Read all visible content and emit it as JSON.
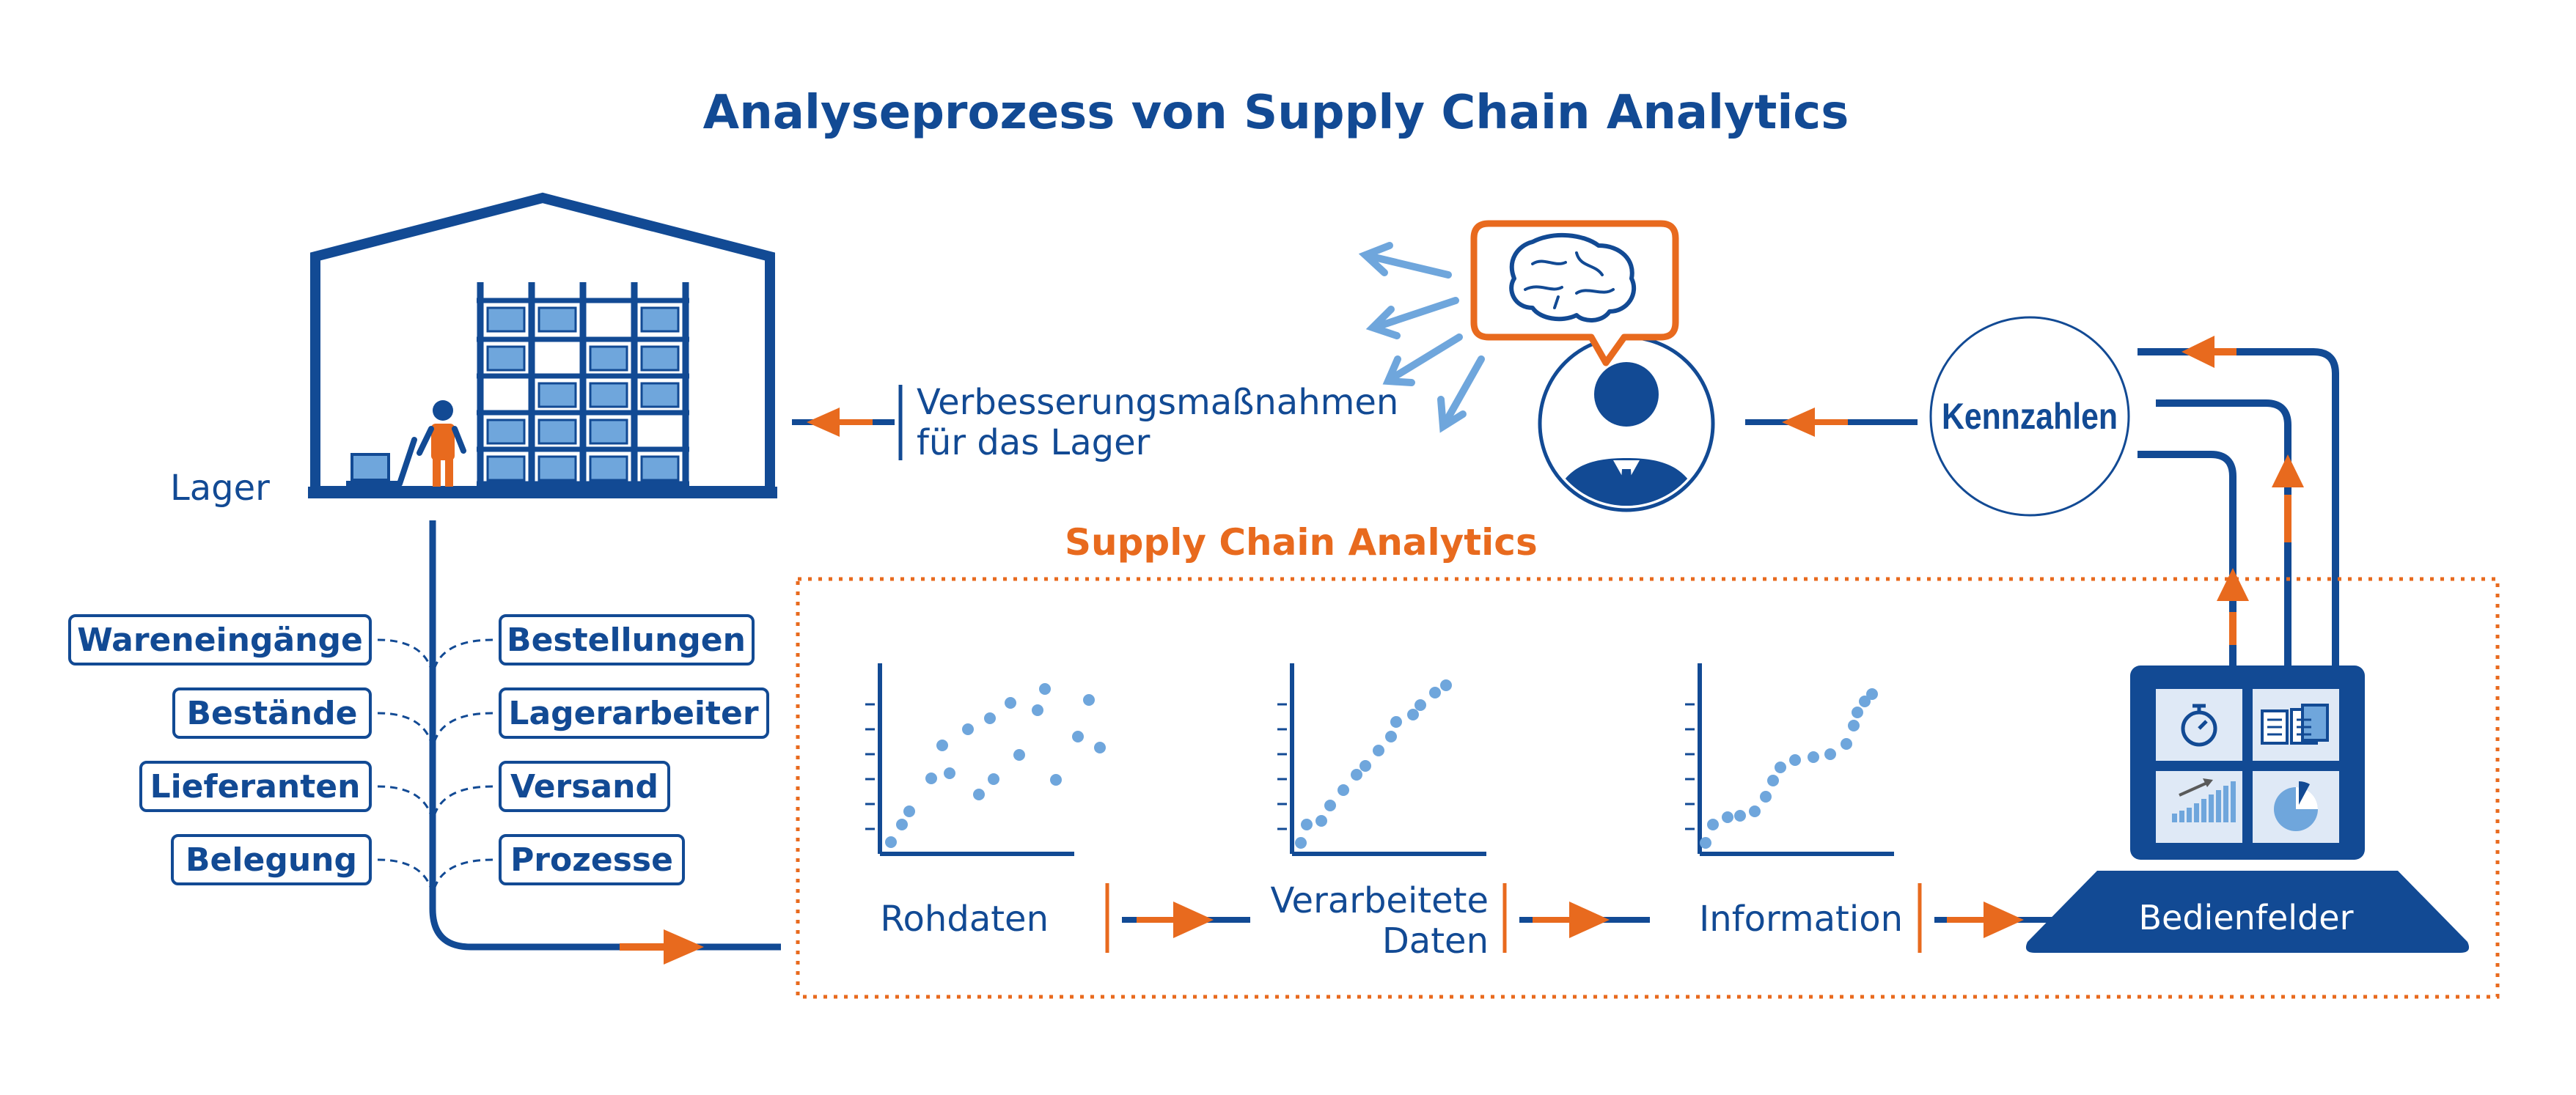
{
  "title": "Analyseprozess von Supply Chain Analytics",
  "warehouse": {
    "label": "Lager"
  },
  "feedback": {
    "line1": "Verbesserungsmaßnahmen",
    "line2": "für das Lager"
  },
  "kpi": {
    "label": "Kennzahlen"
  },
  "sca": {
    "label": "Supply Chain Analytics"
  },
  "sources_left": [
    "Wareneingänge",
    "Bestände",
    "Lieferanten",
    "Belegung"
  ],
  "sources_right": [
    "Bestellungen",
    "Lagerarbeiter",
    "Versand",
    "Prozesse"
  ],
  "stages": {
    "raw": "Rohdaten",
    "processed_line1": "Verarbeitete",
    "processed_line2": "Daten",
    "information": "Information",
    "dashboard": "Bedienfelder"
  },
  "colors": {
    "blue": "#124a94",
    "light_blue": "#6fa6dc",
    "orange": "#e86a1e",
    "box_fill": "#6fa6dc",
    "screen_tile": "#dfe9f6"
  },
  "icons": [
    "warehouse-icon",
    "worker-icon",
    "hand-truck-icon",
    "brain-icon",
    "person-icon",
    "stopwatch-icon",
    "documents-icon",
    "bar-chart-icon",
    "pie-chart-icon",
    "laptop-icon"
  ]
}
